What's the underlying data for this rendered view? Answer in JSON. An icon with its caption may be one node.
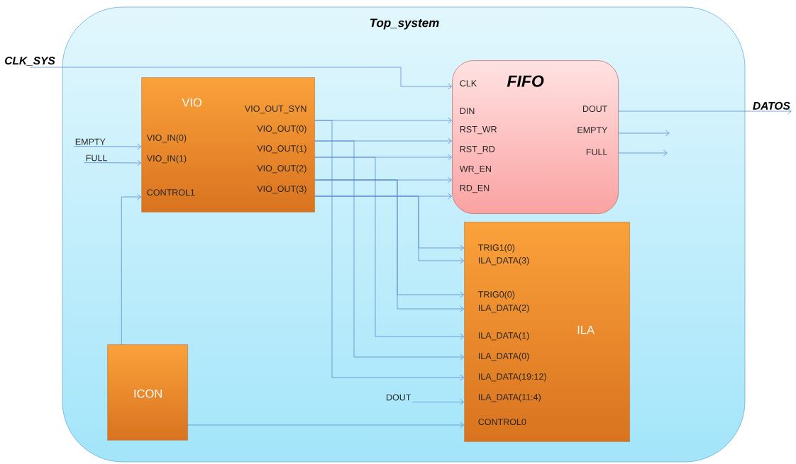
{
  "diagram": {
    "nodes": [
      {
        "text": [
          "Top_system"
        ]
      },
      {
        "text": [
          "CLK_SYS"
        ]
      },
      {
        "text": [
          "VIO",
          "VIO_IN(0)",
          "VIO_IN(1)",
          "CONTROL1",
          "VIO_OUT_SYN",
          "VIO_OUT(0)",
          "VIO_OUT(1)",
          "VIO_OUT(2)",
          "VIO_OUT(3)"
        ],
        "in": 0
      },
      {
        "text": [
          "FIFO",
          "CLK",
          "DIN",
          "RST_WR",
          "RST_RD",
          "WR_EN",
          "RD_EN",
          "DOUT",
          "EMPTY",
          "FULL"
        ],
        "in": 0
      },
      {
        "text": [
          "DATOS"
        ]
      },
      {
        "text": [
          "EMPTY"
        ],
        "in": 0
      },
      {
        "text": [
          "FULL"
        ],
        "in": 0
      },
      {
        "text": [
          "TRIG1(0)",
          "ILA_DATA(3)",
          "TRIG0(0)",
          "ILA_DATA(2)",
          "ILA_DATA(1)",
          "ILA_DATA(0)",
          "ILA_DATA(19:12)",
          "ILA_DATA(11:4)",
          "CONTROL0",
          "ILA"
        ],
        "in": 0
      },
      {
        "text": [
          "ICON"
        ],
        "in": 0
      },
      {
        "text": [
          "DOUT"
        ],
        "in": 0
      }
    ],
    "edges": [
      {
        "from": 1,
        "to": 3,
        "arrow": "to"
      },
      {
        "from": 5,
        "to": 2,
        "arrow": "to"
      },
      {
        "from": 6,
        "to": 2,
        "arrow": "to"
      },
      {
        "from": 8,
        "to": 2,
        "arrow": "to"
      },
      {
        "from": 2,
        "to": 3,
        "arrow": "to"
      },
      {
        "from": 2,
        "to": 3,
        "arrow": "to"
      },
      {
        "from": 2,
        "to": 3,
        "arrow": "to"
      },
      {
        "from": 2,
        "to": 3,
        "arrow": "to"
      },
      {
        "from": 2,
        "to": 3,
        "arrow": "to"
      },
      {
        "from": 2,
        "to": 7,
        "arrow": "to"
      },
      {
        "from": 2,
        "to": 7,
        "arrow": "to"
      },
      {
        "from": 2,
        "to": 7,
        "arrow": "to"
      },
      {
        "from": 2,
        "to": 7,
        "arrow": "to"
      },
      {
        "from": 2,
        "to": 7,
        "arrow": "to"
      },
      {
        "from": 2,
        "to": 7,
        "arrow": "to"
      },
      {
        "from": 2,
        "to": 7,
        "arrow": "to"
      },
      {
        "from": 9,
        "to": 7,
        "arrow": "to"
      },
      {
        "from": 8,
        "to": 7,
        "arrow": "to"
      },
      {
        "from": 3,
        "to": 4,
        "arrow": "to"
      },
      {
        "from": 3,
        "to": null,
        "arrow": "to"
      },
      {
        "from": 3,
        "to": null,
        "arrow": "to"
      }
    ]
  }
}
